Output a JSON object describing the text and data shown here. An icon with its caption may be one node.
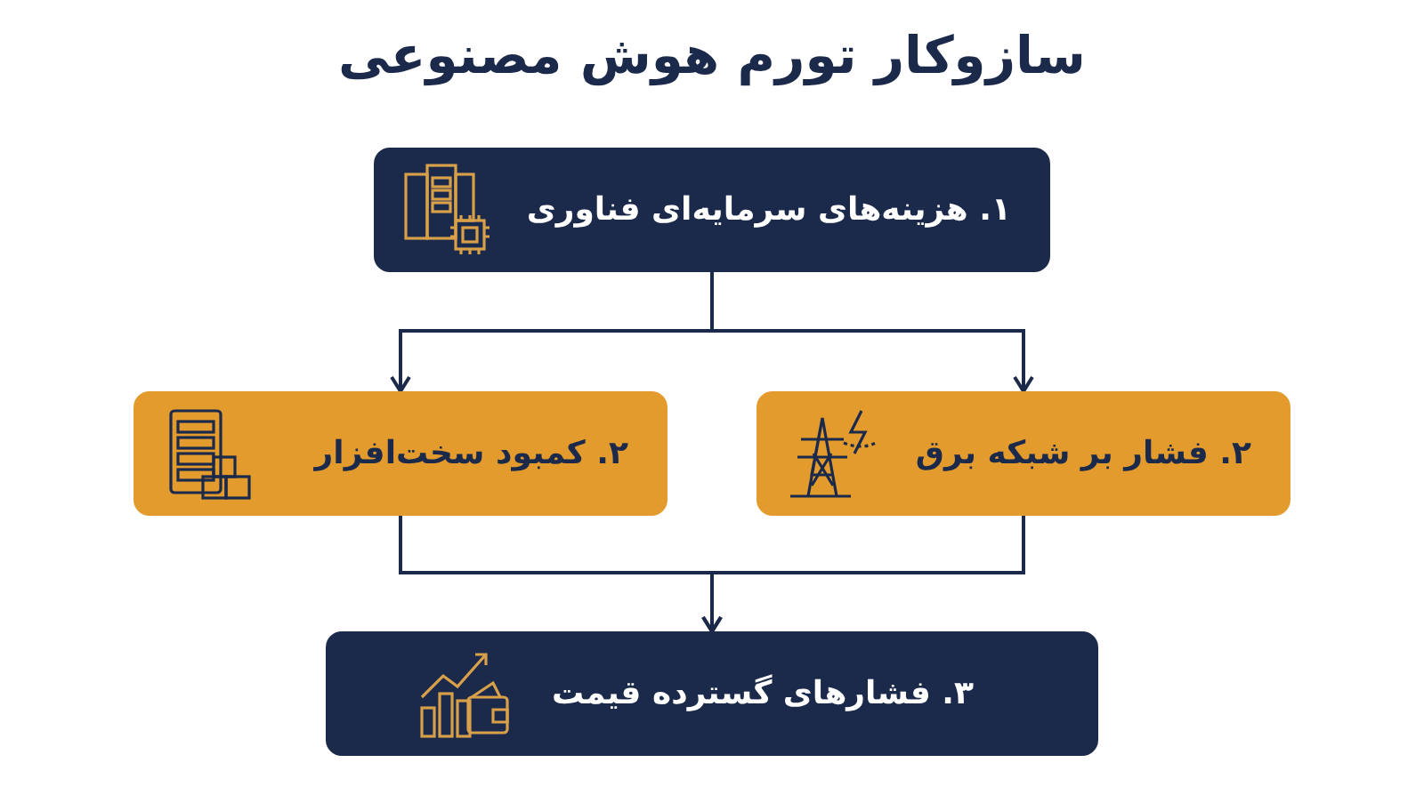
{
  "diagram": {
    "title": "سازوکار تورم هوش مصنوعی",
    "nodes": [
      {
        "text": [
          "۱. هزینه‌های سرمایه‌ای فناوری"
        ]
      },
      {
        "text": [
          "۲. فشار بر شبکه برق"
        ]
      },
      {
        "text": [
          "۲. کمبود سخت‌افزار"
        ]
      },
      {
        "text": [
          "۳. فشارهای گسترده قیمت"
        ]
      }
    ],
    "edges": [
      {
        "from": 0,
        "to": 1,
        "arrow": "to"
      },
      {
        "from": 0,
        "to": 2,
        "arrow": "to"
      },
      {
        "from": 1,
        "to": 3,
        "arrow": "to"
      },
      {
        "from": 2,
        "to": 3,
        "arrow": "to"
      }
    ]
  }
}
